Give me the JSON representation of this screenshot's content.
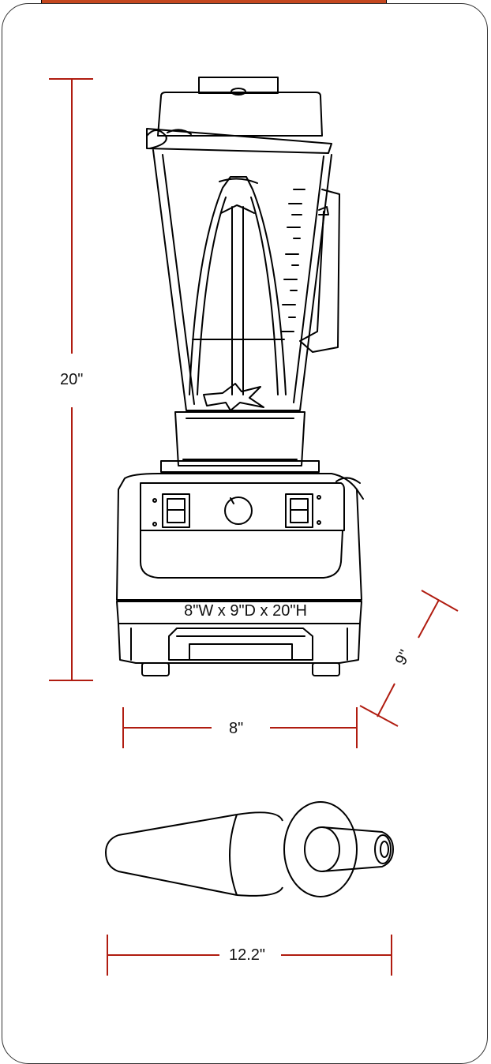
{
  "dimensions": {
    "height_label": "20\"",
    "width_label": "8\"",
    "depth_label": "9\"",
    "summary": "8\"W x 9\"D x 20\"H"
  },
  "accessory": {
    "length_label": "12.2\""
  },
  "colors": {
    "dimension_line": "#b01c10",
    "header_bar": "#c4471f",
    "line_art": "#000000"
  }
}
